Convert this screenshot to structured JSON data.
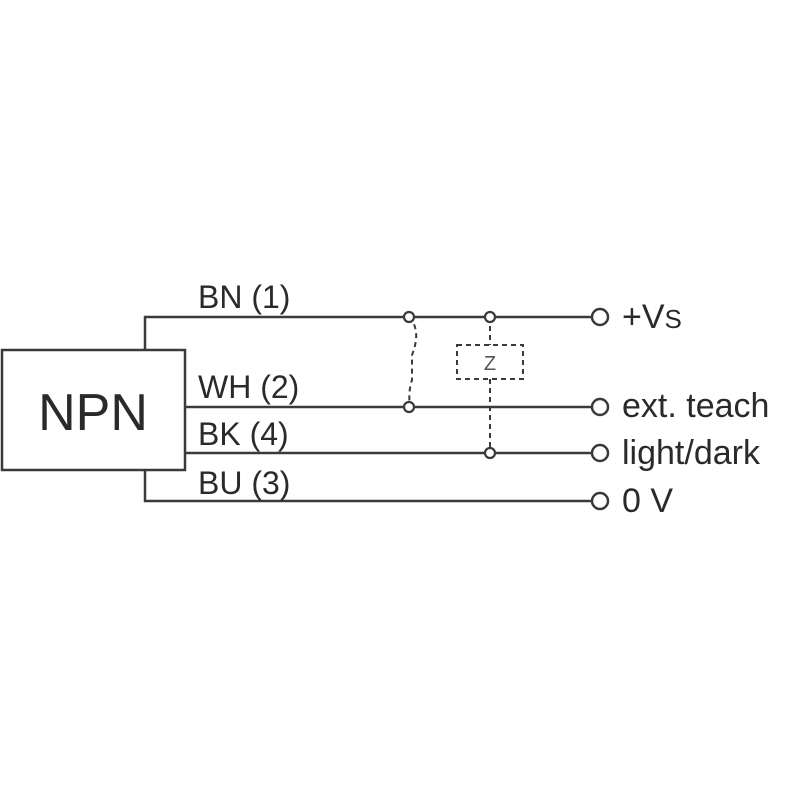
{
  "box": {
    "label": "NPN"
  },
  "wires": {
    "bn": "BN (1)",
    "wh": "WH (2)",
    "bk": "BK (4)",
    "bu": "BU (3)"
  },
  "terminals": {
    "vs_main": "+V",
    "vs_sub": "S",
    "teach": "ext. teach",
    "lightdark": "light/dark",
    "zero": "0 V"
  },
  "load": {
    "label": "Z"
  },
  "colors": {
    "line": "#3a3a3a",
    "text": "#2a2a2a"
  }
}
